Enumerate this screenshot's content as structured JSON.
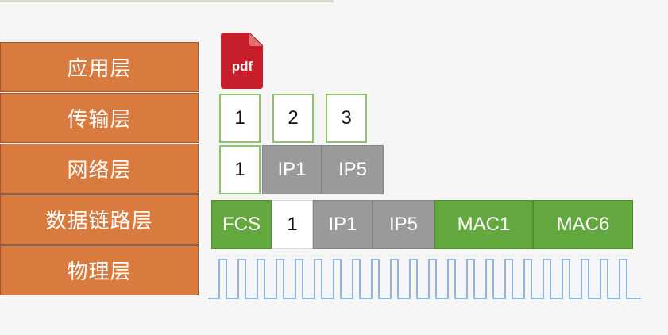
{
  "layers": [
    {
      "label": "应用层"
    },
    {
      "label": "传输层"
    },
    {
      "label": "网络层"
    },
    {
      "label": "数据链路层"
    },
    {
      "label": "物理层"
    }
  ],
  "application": {
    "file_icon": "pdf-file-icon",
    "file_label": "pdf"
  },
  "transport": {
    "segments": [
      "1",
      "2",
      "3"
    ]
  },
  "network": {
    "segment": "1",
    "headers": [
      "IP1",
      "IP5"
    ]
  },
  "data_link": {
    "trailer": "FCS",
    "segment": "1",
    "headers": [
      "IP1",
      "IP5",
      "MAC1",
      "MAC6"
    ]
  },
  "physical": {
    "signal_icon": "square-wave-signal"
  },
  "colors": {
    "layer_orange": "#d97a3f",
    "segment_border_green": "#8cc56b",
    "header_gray": "#9a9a9a",
    "frame_green": "#63a83f",
    "pdf_red": "#c61f2b",
    "signal_blue": "#8fb7de"
  }
}
